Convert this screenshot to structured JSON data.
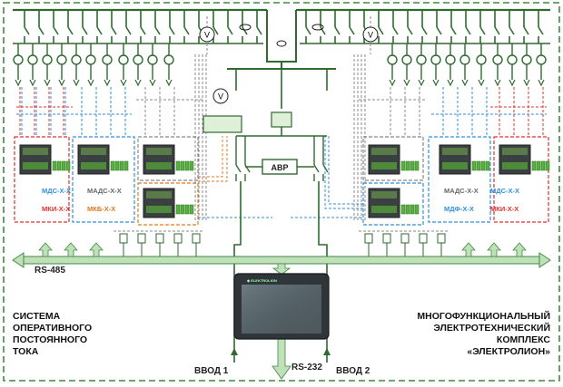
{
  "colors": {
    "bus": "#3f8a3f",
    "green": "#2e6b2e",
    "red": "#e03030",
    "blue": "#2f8fd8",
    "orange": "#e07a1f",
    "gray": "#888888",
    "dark": "#222222"
  },
  "labels": {
    "rs485": "RS-485",
    "rs232": "RS-232",
    "avr": "АВР",
    "input1": "ВВОД 1",
    "input2": "ВВОД 2",
    "voltmeter": "V"
  },
  "left_modules": {
    "mds": "МДС-Х-Х",
    "madc": "МАДС-Х-Х",
    "mki": "МКИ-Х-Х",
    "mkb": "МКБ-Х-Х"
  },
  "right_modules": {
    "madc": "МАДС-Х-Х",
    "mds": "МДС-Х-Х",
    "mdf": "МДФ-Х-Х",
    "mki": "МКИ-Х-Х"
  },
  "left_title": [
    "СИСТЕМА",
    "ОПЕРАТИВНОГО",
    "ПОСТОЯННОГО",
    "ТОКА"
  ],
  "right_title": [
    "МНОГОФУНКЦИОНАЛЬНЫЙ",
    "ЭЛЕКТРОТЕХНИЧЕСКИЙ",
    "КОМПЛЕКС",
    "«ЭЛЕКТРОЛИОН»"
  ]
}
